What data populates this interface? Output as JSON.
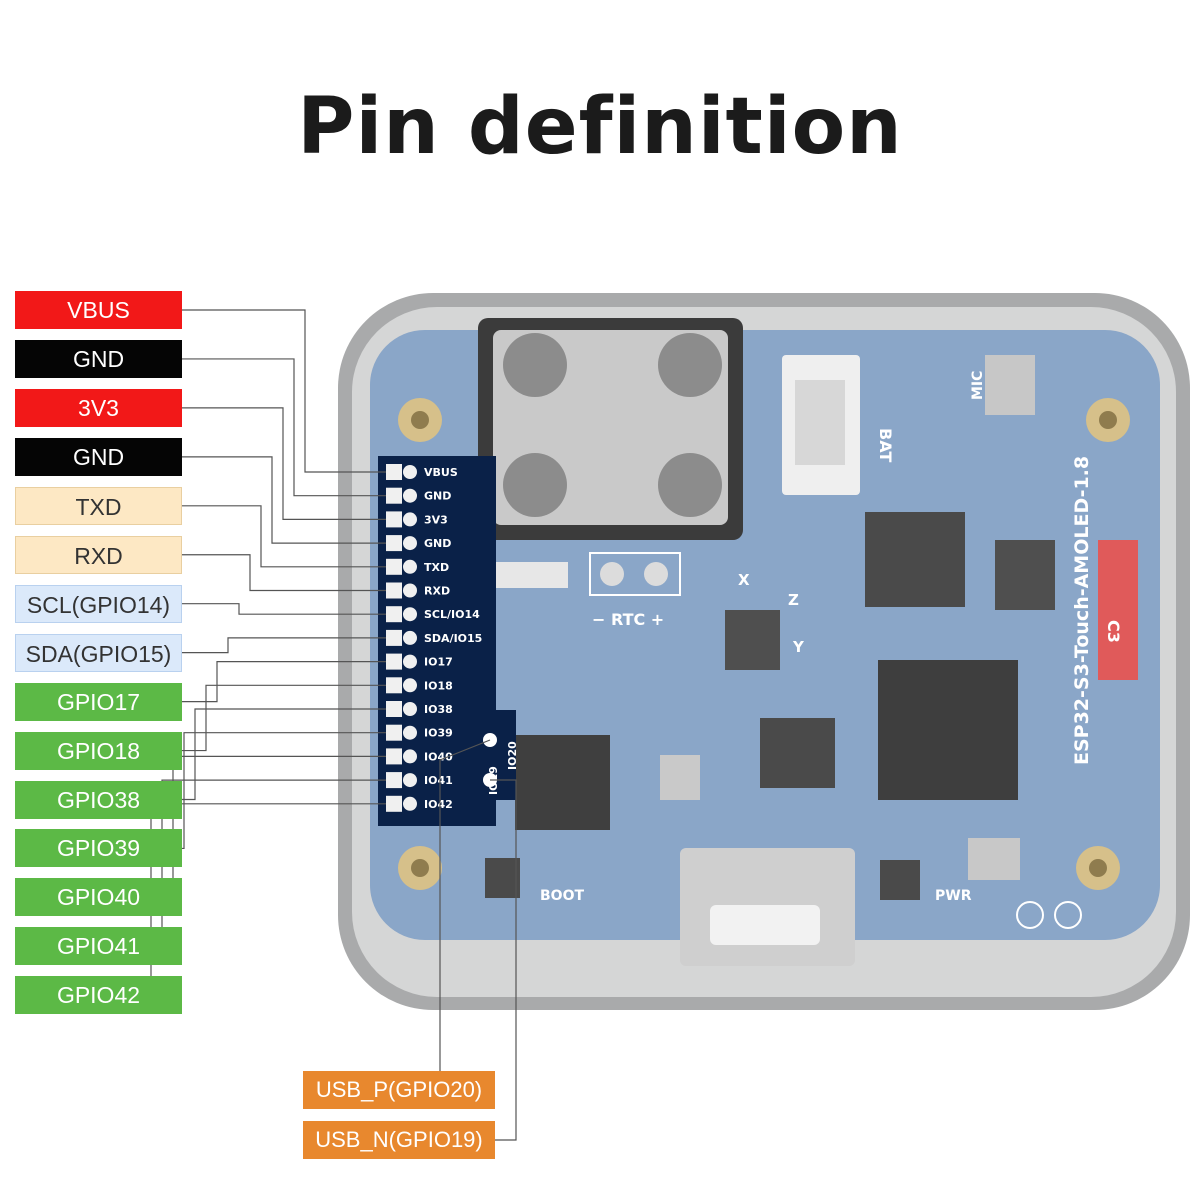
{
  "title": "Pin definition",
  "left_labels": [
    {
      "text": "VBUS",
      "color": "#f21818",
      "style": "red"
    },
    {
      "text": "GND",
      "color": "#050505",
      "style": "black"
    },
    {
      "text": "3V3",
      "color": "#f21818",
      "style": "red"
    },
    {
      "text": "GND",
      "color": "#050505",
      "style": "black"
    },
    {
      "text": "TXD",
      "color": "#fde8c4",
      "style": "beige"
    },
    {
      "text": "RXD",
      "color": "#fde8c4",
      "style": "beige"
    },
    {
      "text": "SCL(GPIO14)",
      "color": "#dbe9fa",
      "style": "blue"
    },
    {
      "text": "SDA(GPIO15)",
      "color": "#dbe9fa",
      "style": "blue"
    },
    {
      "text": "GPIO17",
      "color": "#5cb946",
      "style": "green"
    },
    {
      "text": "GPIO18",
      "color": "#5cb946",
      "style": "green"
    },
    {
      "text": "GPIO38",
      "color": "#5cb946",
      "style": "green"
    },
    {
      "text": "GPIO39",
      "color": "#5cb946",
      "style": "green"
    },
    {
      "text": "GPIO40",
      "color": "#5cb946",
      "style": "green"
    },
    {
      "text": "GPIO41",
      "color": "#5cb946",
      "style": "green"
    },
    {
      "text": "GPIO42",
      "color": "#5cb946",
      "style": "green"
    }
  ],
  "bottom_labels": [
    {
      "text": "USB_P(GPIO20)",
      "color": "#e8882e"
    },
    {
      "text": "USB_N(GPIO19)",
      "color": "#e8882e"
    }
  ],
  "header_pins": [
    "VBUS",
    "GND",
    "3V3",
    "GND",
    "TXD",
    "RXD",
    "SCL/IO14",
    "SDA/IO15",
    "IO17",
    "IO18",
    "IO38",
    "IO39",
    "IO40",
    "IO41",
    "IO42"
  ],
  "side_pins": [
    "IO19",
    "IO20"
  ],
  "board_silkscreen": {
    "rtc": "− RTC +",
    "bat": "BAT",
    "mic": "MIC",
    "boot": "BOOT",
    "pwr": "PWR",
    "model": "ESP32-S3-Touch-AMOLED-1.8",
    "cap": "C3",
    "axis_x": "X",
    "axis_y": "Y",
    "axis_z": "Z"
  }
}
